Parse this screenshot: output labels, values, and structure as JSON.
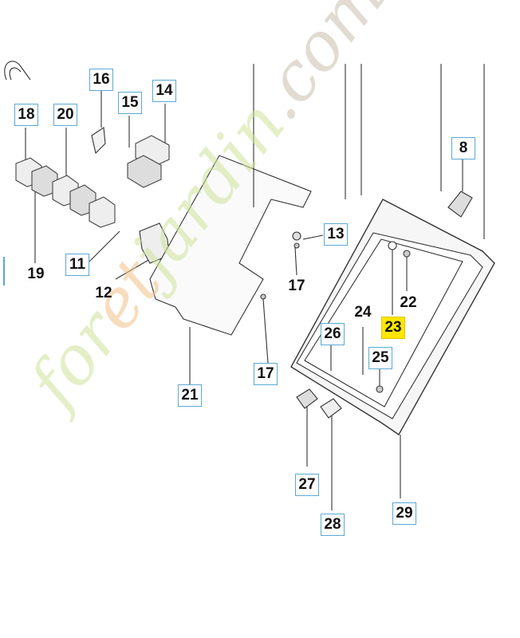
{
  "labels": [
    {
      "id": "8",
      "text": "8"
    },
    {
      "id": "11",
      "text": "11"
    },
    {
      "id": "12",
      "text": "12"
    },
    {
      "id": "13",
      "text": "13"
    },
    {
      "id": "14",
      "text": "14"
    },
    {
      "id": "15",
      "text": "15"
    },
    {
      "id": "16",
      "text": "16"
    },
    {
      "id": "17a",
      "text": "17"
    },
    {
      "id": "17b",
      "text": "17"
    },
    {
      "id": "18",
      "text": "18"
    },
    {
      "id": "19",
      "text": "19"
    },
    {
      "id": "20",
      "text": "20"
    },
    {
      "id": "21",
      "text": "21"
    },
    {
      "id": "22",
      "text": "22"
    },
    {
      "id": "23",
      "text": "23"
    },
    {
      "id": "24",
      "text": "24"
    },
    {
      "id": "25",
      "text": "25"
    },
    {
      "id": "26",
      "text": "26"
    },
    {
      "id": "27",
      "text": "27"
    },
    {
      "id": "28",
      "text": "28"
    },
    {
      "id": "29",
      "text": "29"
    }
  ],
  "highlighted_part": "23",
  "watermark": {
    "part1": "for",
    "part2": "et",
    "part3": "jardin",
    "part4": ".com"
  },
  "colors": {
    "label_border": "#5aa9d6",
    "highlight": "#ffe600",
    "line": "#333333"
  }
}
